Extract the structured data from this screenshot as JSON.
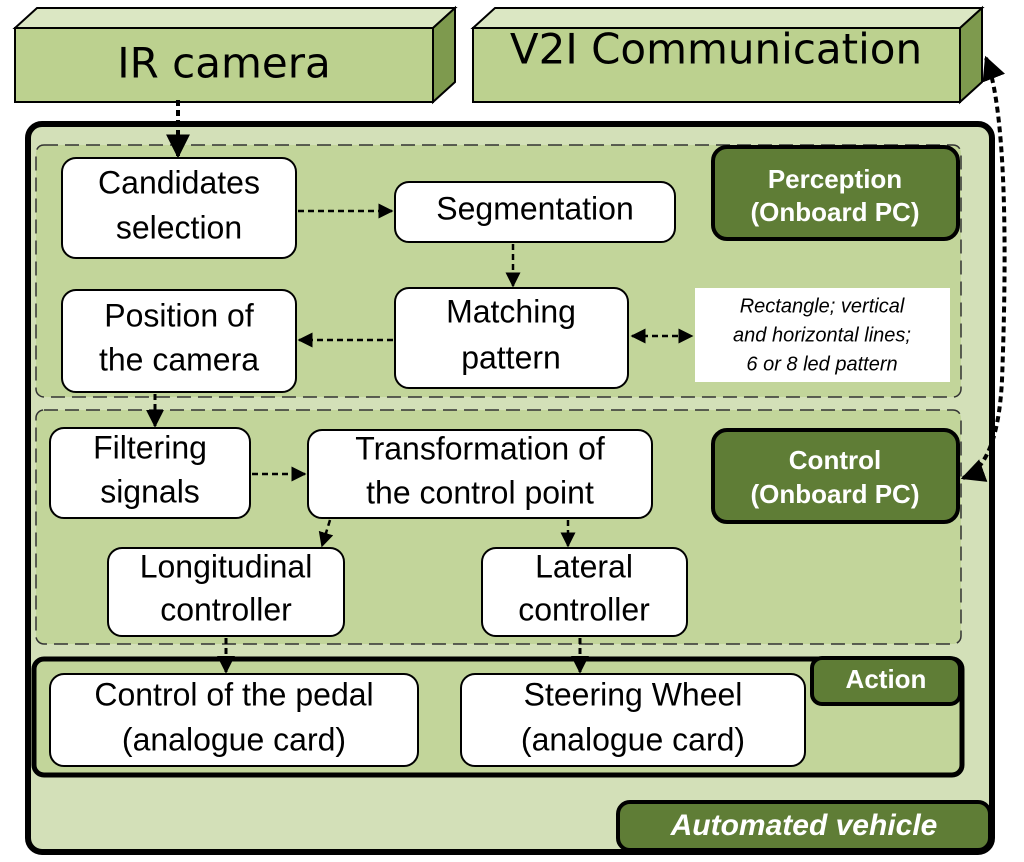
{
  "sources": {
    "ir_camera": "IR camera",
    "v2i": "V2I Communication"
  },
  "perception": {
    "tag_line1": "Perception",
    "tag_line2": "(Onboard PC)",
    "candidates": [
      "Candidates",
      "selection"
    ],
    "segmentation": "Segmentation",
    "matching": [
      "Matching",
      "pattern"
    ],
    "position": [
      "Position of",
      "the camera"
    ],
    "note": [
      "Rectangle; vertical",
      "and horizontal lines;",
      "6 or 8 led pattern"
    ]
  },
  "control": {
    "tag_line1": "Control",
    "tag_line2": "(Onboard PC)",
    "filtering": [
      "Filtering",
      "signals"
    ],
    "transformation": [
      "Transformation of",
      "the control point"
    ],
    "longitudinal": [
      "Longitudinal",
      "controller"
    ],
    "lateral": [
      "Lateral",
      "controller"
    ]
  },
  "action": {
    "tag": "Action",
    "pedal": [
      "Control of the pedal",
      "(analogue card)"
    ],
    "steering": [
      "Steering Wheel",
      "(analogue card)"
    ]
  },
  "vehicle_tag": "Automated vehicle",
  "colors": {
    "panel_light": "#d3e0b8",
    "section_fill": "#c2d59a",
    "source_fill": "#bcd18f",
    "tag_dark": "#5f7d36",
    "border": "#000000"
  }
}
